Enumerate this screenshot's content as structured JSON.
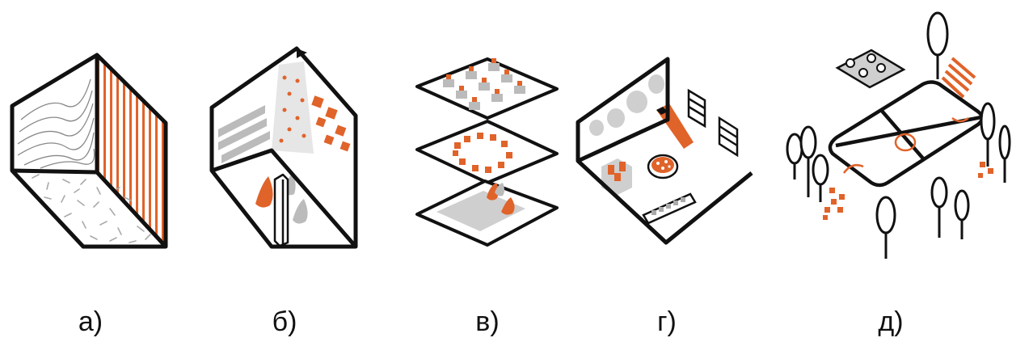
{
  "captions": [
    "а)",
    "б)",
    "в)",
    "г)",
    "д)"
  ],
  "colors": {
    "line": "#111111",
    "accent": "#e0632a",
    "gray": "#c8c8c8",
    "light_gray": "#e6e6e6",
    "white": "#ffffff"
  },
  "panels": [
    {
      "label": "а)",
      "icon": "textured-cube-icon"
    },
    {
      "label": "б)",
      "icon": "exhibition-room-icon"
    },
    {
      "label": "в)",
      "icon": "stacked-floor-plans-icon"
    },
    {
      "label": "г)",
      "icon": "furnished-room-icon"
    },
    {
      "label": "д)",
      "icon": "park-layout-icon"
    }
  ]
}
